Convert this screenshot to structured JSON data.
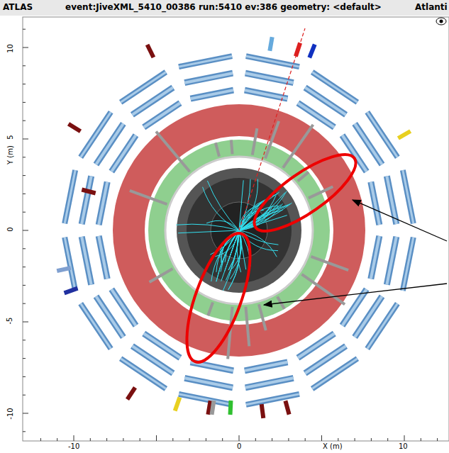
{
  "diagram": {
    "labels": [
      "ATLAS",
      "event:JiveXML_5410_00386 run:5410 ev:386 geometry: <default>",
      "Atlanti",
      "Y (m)",
      "10",
      "5",
      "0",
      "-5",
      "-10",
      "X (m)",
      "-10",
      "0",
      "10"
    ]
  }
}
